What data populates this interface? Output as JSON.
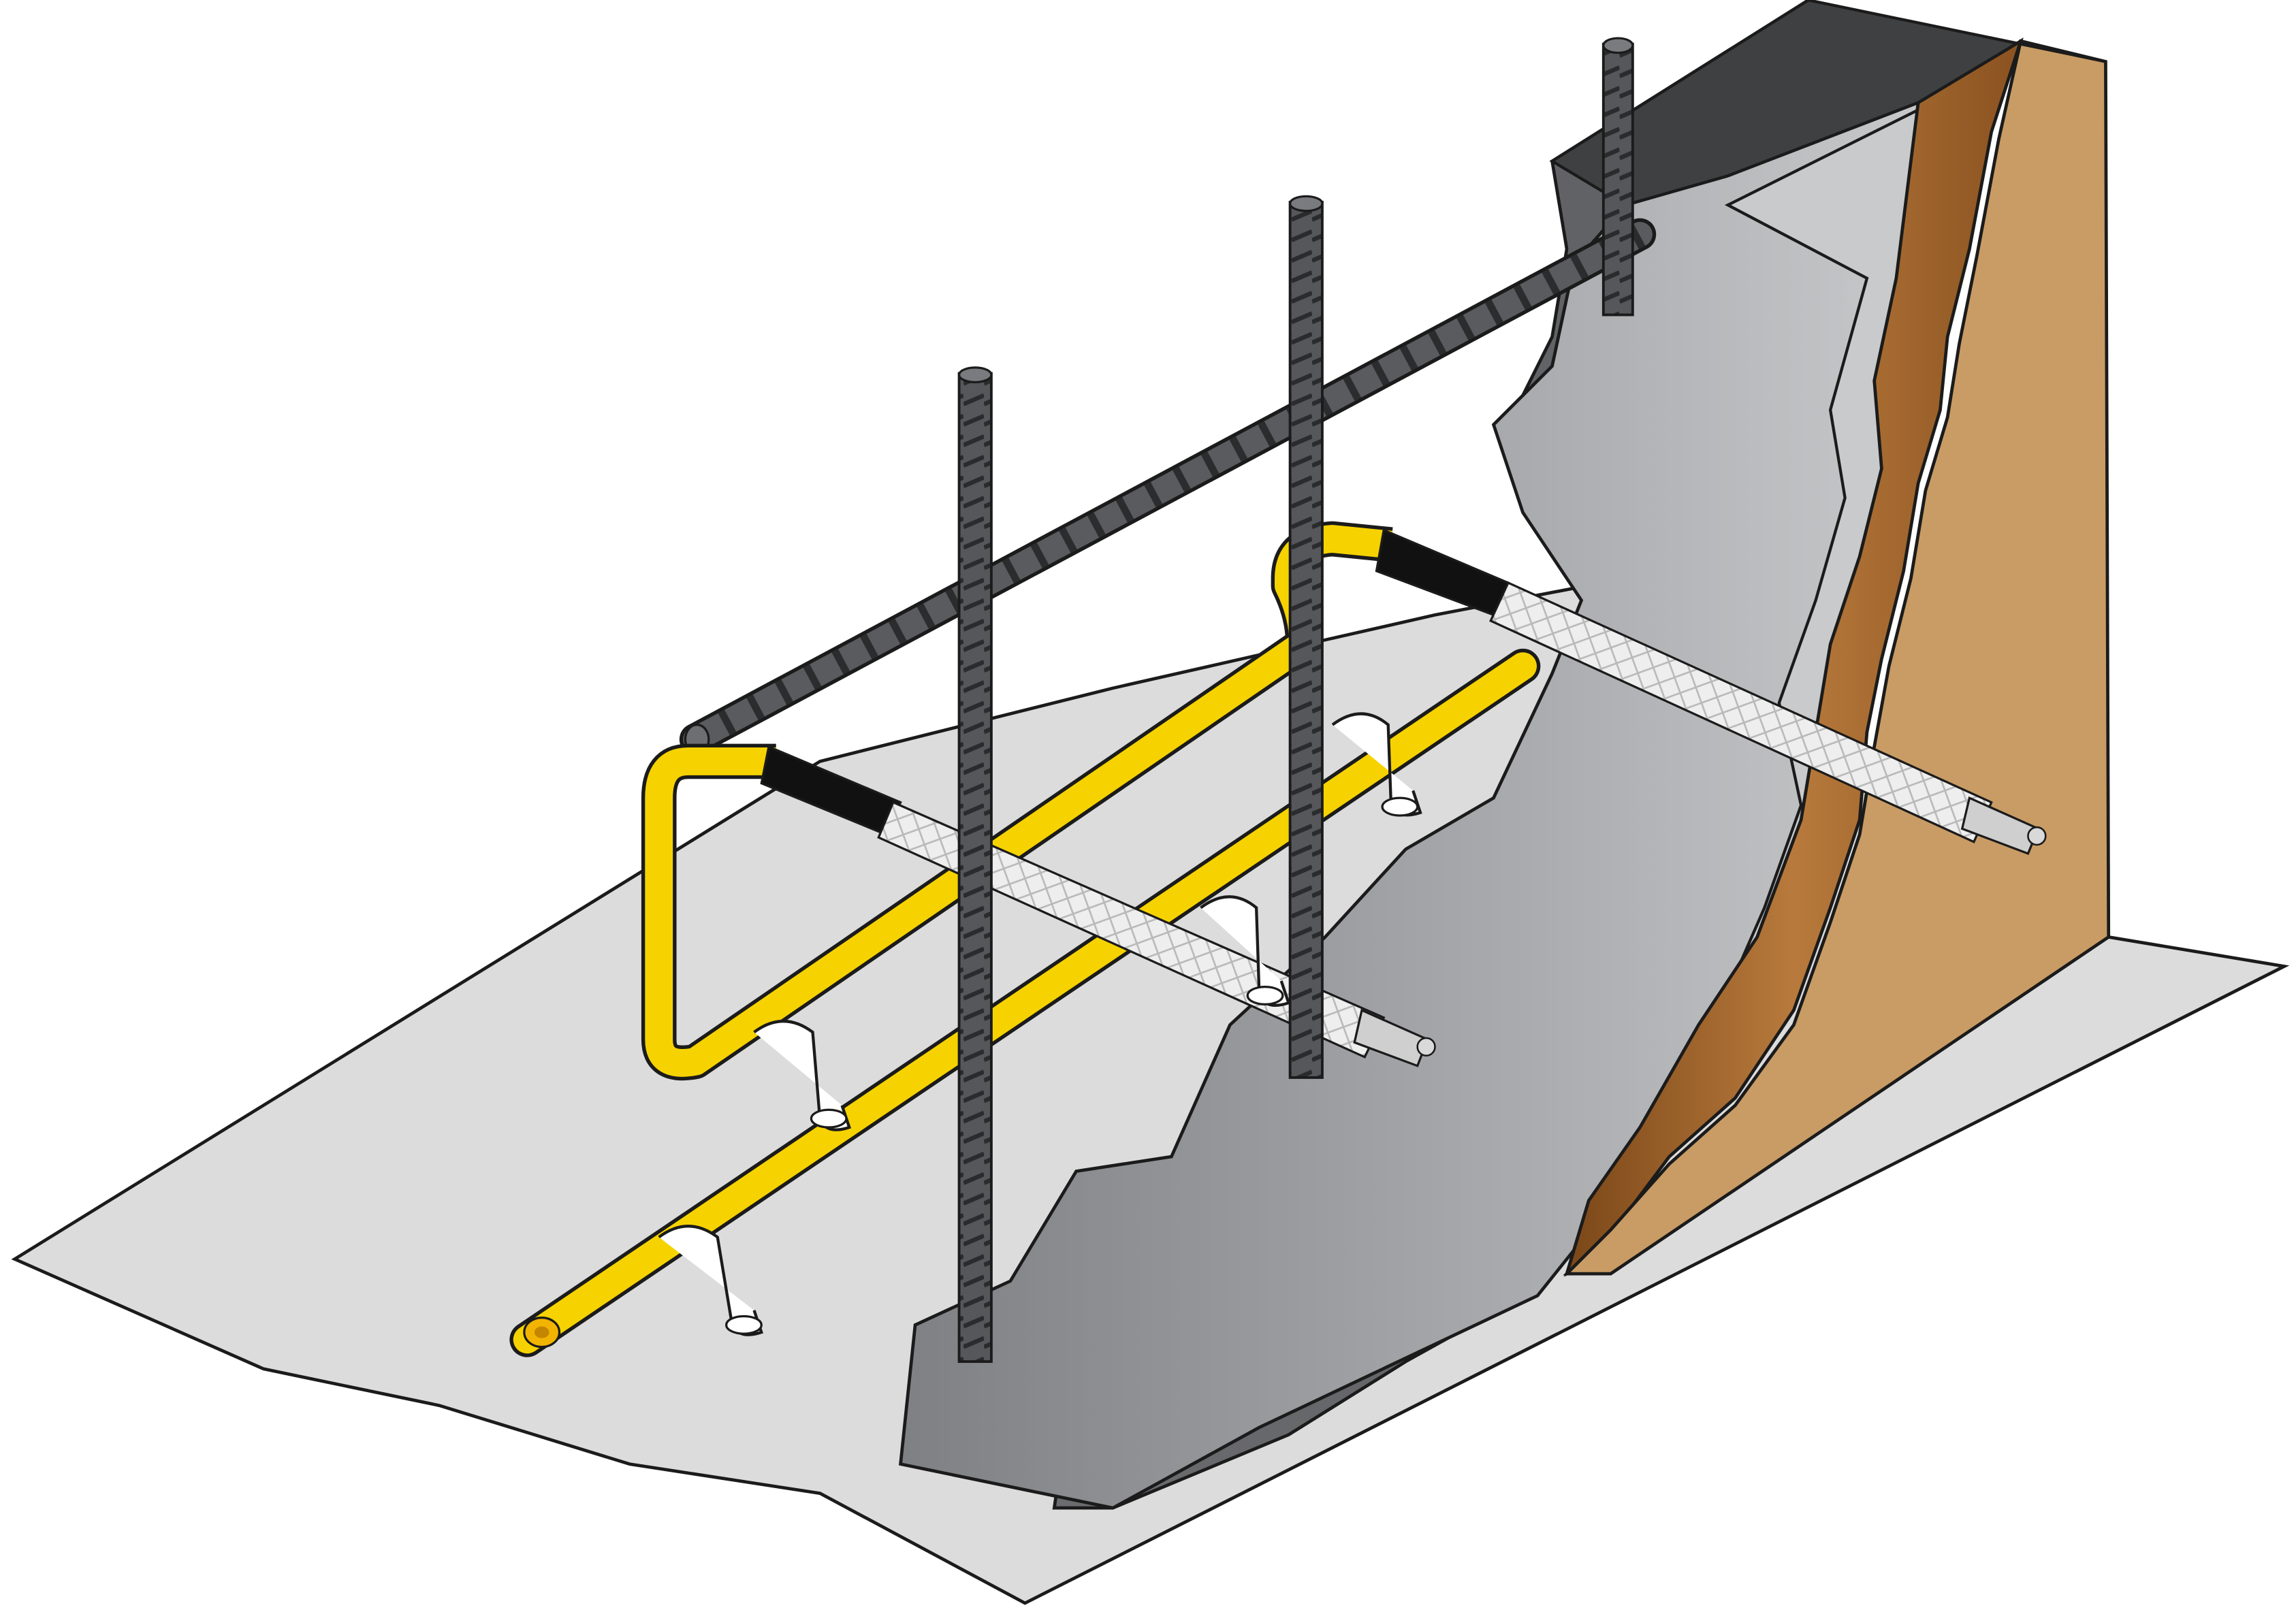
{
  "diagram": {
    "components": [
      {
        "id": "ground-slab",
        "kind": "surface",
        "color": "#d8d8d9"
      },
      {
        "id": "concrete-layer",
        "kind": "cutaway",
        "color": "#8d8f92"
      },
      {
        "id": "finish-layer",
        "kind": "cutaway",
        "color": "#b46e2c"
      },
      {
        "id": "wall-face",
        "kind": "cutaway",
        "color": "#c79a63"
      },
      {
        "id": "rebar",
        "kind": "steel",
        "color": "#4a4b4d",
        "count": 4
      },
      {
        "id": "injection-hose",
        "kind": "hose",
        "color": "#f6d000",
        "count": 2
      },
      {
        "id": "pipe-clamp",
        "kind": "clip",
        "color": "#ffffff",
        "count": 4
      },
      {
        "id": "sleeve",
        "kind": "mesh-sleeve",
        "color": "#ececec",
        "count": 2
      },
      {
        "id": "packer",
        "kind": "fitting",
        "color": "#c8c8c8",
        "count": 2
      }
    ]
  }
}
